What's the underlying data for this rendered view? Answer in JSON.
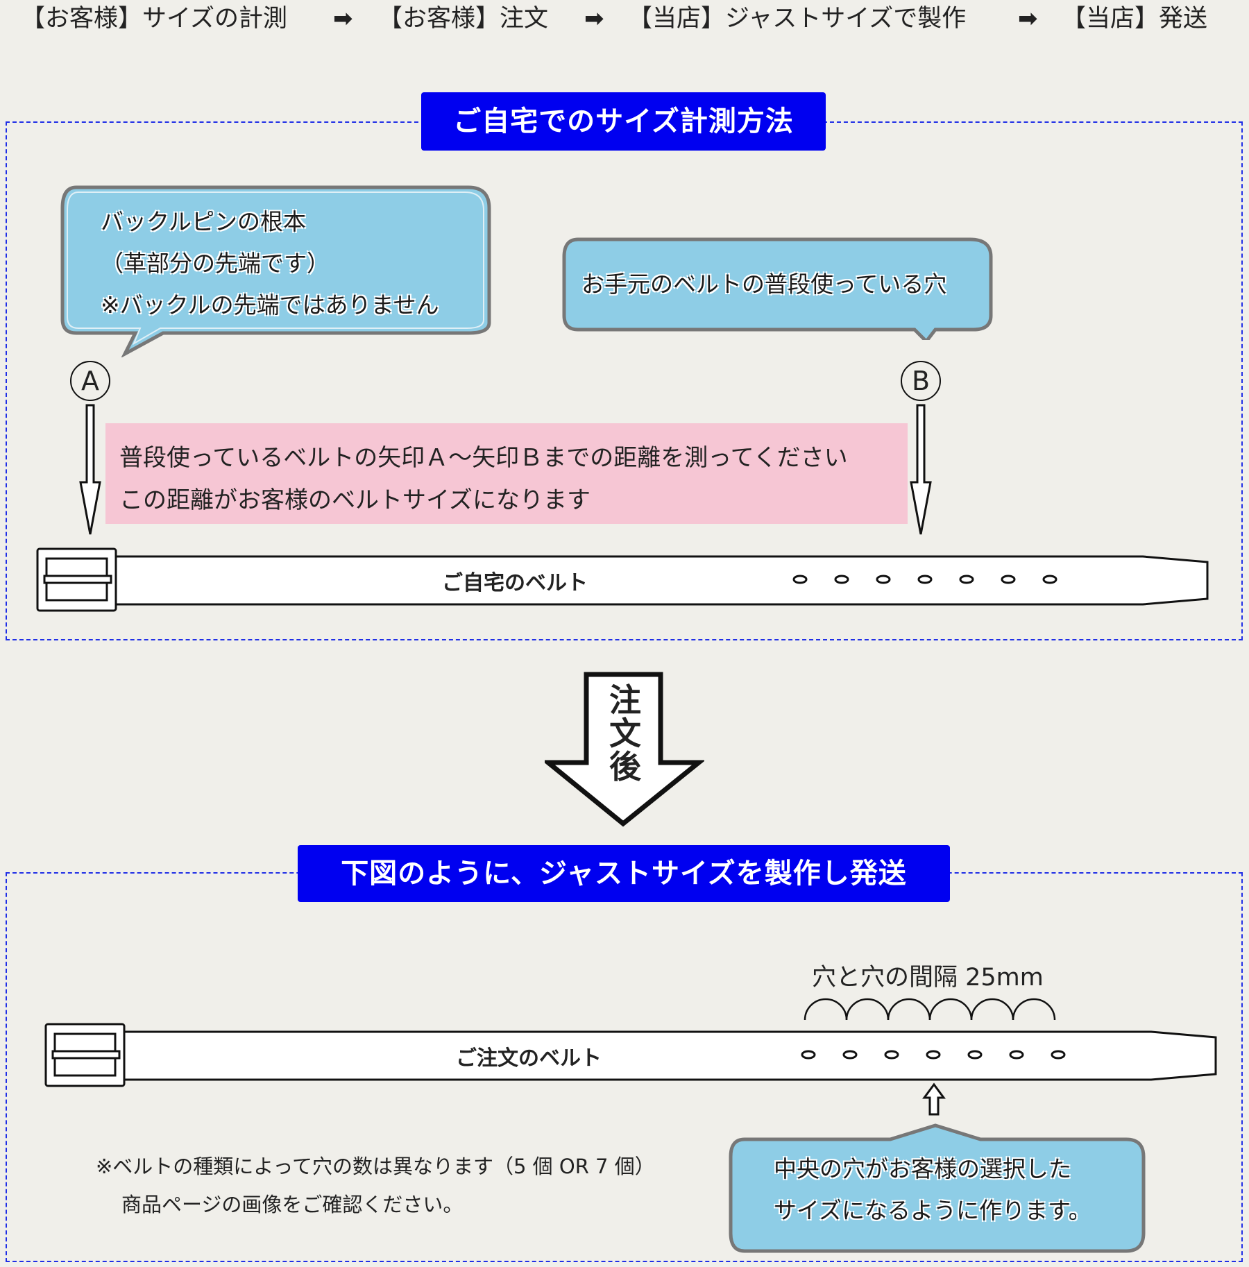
{
  "flow": {
    "step1": "【お客様】サイズの計測",
    "step2": "【お客様】注文",
    "step3": "【当店】ジャストサイズで製作",
    "step4": "【当店】発送",
    "arrow": "➡"
  },
  "measure": {
    "title": "ご自宅でのサイズ計測方法",
    "bubble_a": {
      "line1": "バックルピンの根本",
      "line2": "（革部分の先端です）",
      "line3": "※バックルの先端ではありません"
    },
    "bubble_b": "お手元のベルトの普段使っている穴",
    "marker_a": "A",
    "marker_b": "B",
    "instruction": {
      "line1": "普段使っているベルトの矢印Ａ～矢印Ｂまでの距離を測ってください",
      "line2": "この距離がお客様のベルトサイズになります"
    },
    "belt_label": "ご自宅のベルト"
  },
  "order_arrow": {
    "c1": "注",
    "c2": "文",
    "c3": "後"
  },
  "result": {
    "title": "下図のように、ジャストサイズを製作し発送",
    "spacing_label": "穴と穴の間隔 25mm",
    "belt_label": "ご注文のベルト",
    "note": {
      "line1": "※ベルトの種類によって穴の数は異なります（5 個 OR 7 個）",
      "line2": "商品ページの画像をご確認ください。"
    },
    "bubble": {
      "line1": "中央の穴がお客様の選択した",
      "line2": "サイズになるように作ります。"
    }
  },
  "colors": {
    "background": "#f0efea",
    "title_bg": "#0000f0",
    "dash": "#1f2ee6",
    "bubble_fill": "#8ecde6",
    "bubble_border": "#777777",
    "pink": "#f6c6d4"
  },
  "belt_hole_count": 7
}
